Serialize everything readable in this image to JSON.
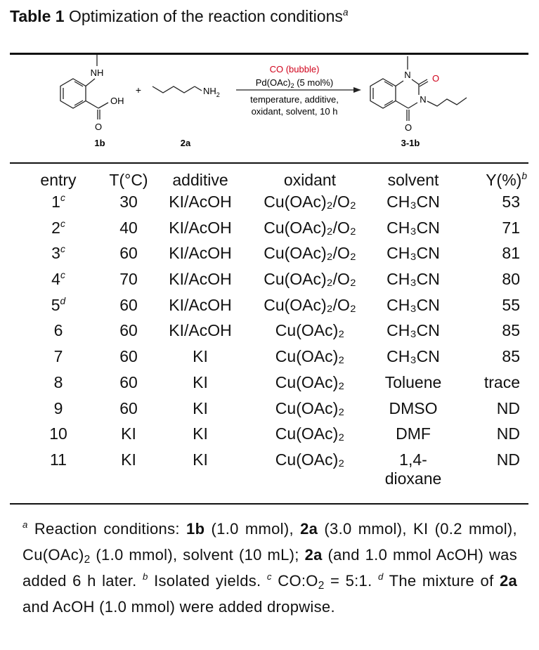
{
  "caption": {
    "label": "Table 1",
    "text": "Optimization of the reaction conditions",
    "footnote_mark": "a"
  },
  "scheme": {
    "reactant1": {
      "label": "1b",
      "nh": "NH",
      "oh": "OH",
      "o": "O"
    },
    "plus": "+",
    "reactant2": {
      "label": "2a",
      "nh2": "NH",
      "nh2_sub": "2"
    },
    "conditions": {
      "line1": "CO (bubble)",
      "line2": "Pd(OAc)",
      "line2_sub": "2",
      "line2_tail": " (5 mol%)",
      "line3": "temperature, additive,",
      "line4": "oxidant, solvent, 10 h",
      "highlight_color": "#d0021b"
    },
    "product": {
      "label": "3-1b",
      "n1": "N",
      "n3": "N",
      "o1": "O",
      "o2": "O"
    }
  },
  "columns": [
    "entry",
    "T(°C)",
    "additive",
    "oxidant",
    "solvent",
    "Y(%)"
  ],
  "yield_mark": "b",
  "rows": [
    {
      "entry": "1",
      "mark": "c",
      "temp": "30",
      "additive": "KI/AcOH",
      "oxidant": "Cu(OAc)₂/O₂",
      "solvent": "CH₃CN",
      "yield": "53"
    },
    {
      "entry": "2",
      "mark": "c",
      "temp": "40",
      "additive": "KI/AcOH",
      "oxidant": "Cu(OAc)₂/O₂",
      "solvent": "CH₃CN",
      "yield": "71"
    },
    {
      "entry": "3",
      "mark": "c",
      "temp": "60",
      "additive": "KI/AcOH",
      "oxidant": "Cu(OAc)₂/O₂",
      "solvent": "CH₃CN",
      "yield": "81"
    },
    {
      "entry": "4",
      "mark": "c",
      "temp": "70",
      "additive": "KI/AcOH",
      "oxidant": "Cu(OAc)₂/O₂",
      "solvent": "CH₃CN",
      "yield": "80"
    },
    {
      "entry": "5",
      "mark": "d",
      "temp": "60",
      "additive": "KI/AcOH",
      "oxidant": "Cu(OAc)₂/O₂",
      "solvent": "CH₃CN",
      "yield": "55"
    },
    {
      "entry": "6",
      "mark": "",
      "temp": "60",
      "additive": "KI/AcOH",
      "oxidant": "Cu(OAc)₂",
      "solvent": "CH₃CN",
      "yield": "85"
    },
    {
      "entry": "7",
      "mark": "",
      "temp": "60",
      "additive": "KI",
      "oxidant": "Cu(OAc)₂",
      "solvent": "CH₃CN",
      "yield": "85"
    },
    {
      "entry": "8",
      "mark": "",
      "temp": "60",
      "additive": "KI",
      "oxidant": "Cu(OAc)₂",
      "solvent": "Toluene",
      "yield": "trace"
    },
    {
      "entry": "9",
      "mark": "",
      "temp": "60",
      "additive": "KI",
      "oxidant": "Cu(OAc)₂",
      "solvent": "DMSO",
      "yield": "ND"
    },
    {
      "entry": "10",
      "mark": "",
      "temp": "KI",
      "additive": "KI",
      "oxidant": "Cu(OAc)₂",
      "solvent": "DMF",
      "yield": "ND"
    },
    {
      "entry": "11",
      "mark": "",
      "temp": "KI",
      "additive": "KI",
      "oxidant": "Cu(OAc)₂",
      "solvent": "1,4-dioxane",
      "yield": "ND"
    }
  ],
  "footnotes": {
    "a_mark": "a",
    "a_1": " Reaction conditions: ",
    "a_1b": "1b",
    "a_2": " (1.0 mmol), ",
    "a_2a": "2a",
    "a_3": " (3.0 mmol), KI (0.2 mmol), Cu(OAc)",
    "a_3_sub": "2",
    "a_4": " (1.0 mmol), solvent (10 mL); ",
    "a_2a_b": "2a",
    "a_5": " (and 1.0 mmol AcOH)  was added 6 h later. ",
    "b_mark": "b",
    "b_text": " Isolated yields. ",
    "c_mark": "c",
    "c_text": " CO:O",
    "c_sub": "2",
    "c_tail": " = 5:1. ",
    "d_mark": "d",
    "d_1": " The mixture of ",
    "d_2a": "2a",
    "d_2": " and AcOH (1.0 mmol) were added dropwise."
  }
}
